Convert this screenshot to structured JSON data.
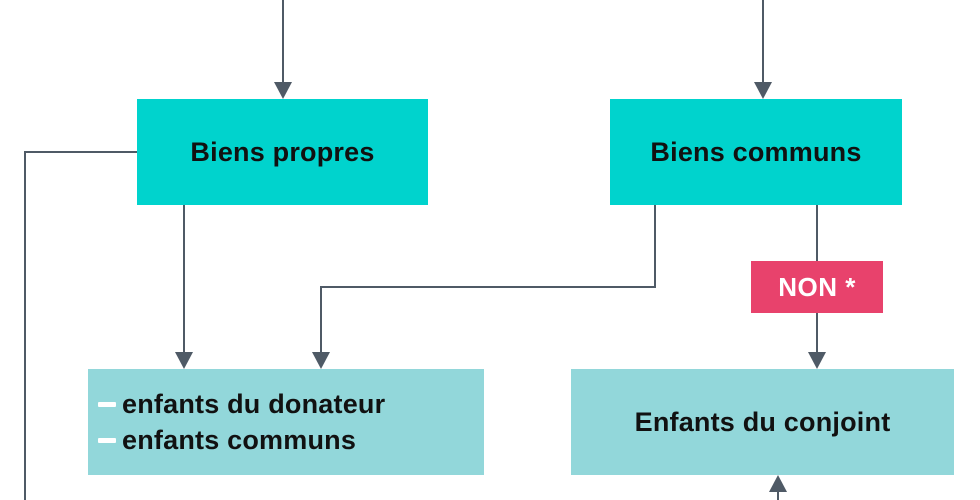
{
  "nodes": {
    "biens_propres": "Biens propres",
    "biens_communs": "Biens communs",
    "enfants_list": [
      "enfants du donateur",
      "enfants communs"
    ],
    "enfants_conjoint": "Enfants du conjoint"
  },
  "badges": {
    "non": "NON *"
  },
  "colors": {
    "teal_box": "#00d3cd",
    "light_box": "#92d7da",
    "badge": "#e8426c",
    "connector": "#4f5a66",
    "background": "#ffffff"
  }
}
